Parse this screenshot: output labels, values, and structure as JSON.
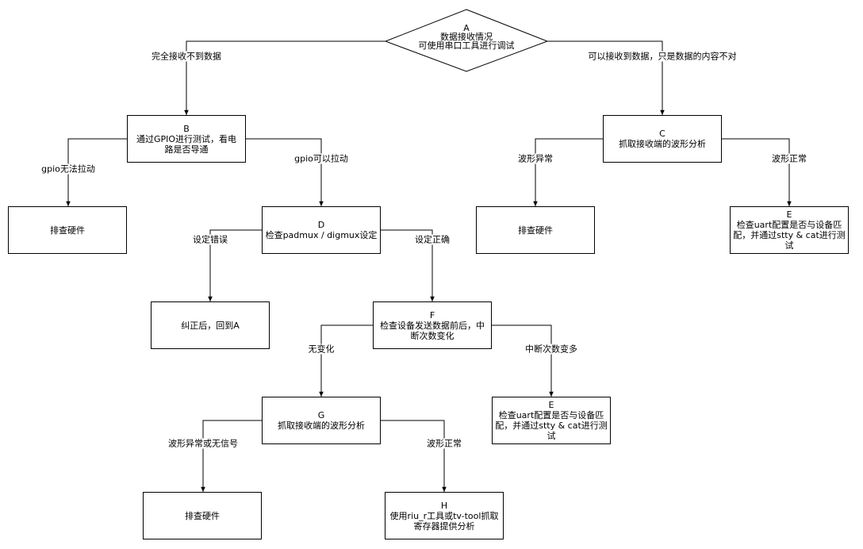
{
  "nodes": {
    "A": {
      "id": "A",
      "lines": [
        "数据接收情况",
        "可使用串口工具进行调试"
      ]
    },
    "B": {
      "id": "B",
      "lines": [
        "通过GPIO进行测试，看电",
        "路是否导通"
      ]
    },
    "C": {
      "id": "C",
      "lines": [
        "抓取接收端的波形分析"
      ]
    },
    "B_left": {
      "lines": [
        "排查硬件"
      ]
    },
    "D": {
      "id": "D",
      "lines": [
        "检查padmux / digmux设定"
      ]
    },
    "C_left": {
      "lines": [
        "排查硬件"
      ]
    },
    "E1": {
      "id": "E",
      "lines": [
        "检查uart配置是否与设备匹",
        "配，并通过stty & cat进行测",
        "试"
      ]
    },
    "D_left": {
      "lines": [
        "纠正后，回到A"
      ]
    },
    "F": {
      "id": "F",
      "lines": [
        "检查设备发送数据前后，中",
        "断次数变化"
      ]
    },
    "G": {
      "id": "G",
      "lines": [
        "抓取接收端的波形分析"
      ]
    },
    "E2": {
      "id": "E",
      "lines": [
        "检查uart配置是否与设备匹",
        "配，并通过stty & cat进行测",
        "试"
      ]
    },
    "G_left": {
      "lines": [
        "排查硬件"
      ]
    },
    "H": {
      "id": "H",
      "lines": [
        "使用riu_r工具或tv-tool抓取",
        "寄存器提供分析"
      ]
    }
  },
  "edges": {
    "A_B": "完全接收不到数据",
    "A_C": "可以接收到数据，只是数据的内容不对",
    "B_left": "gpio无法拉动",
    "B_D": "gpio可以拉动",
    "C_left": "波形异常",
    "C_E": "波形正常",
    "D_left": "设定错误",
    "D_F": "设定正确",
    "F_G": "无变化",
    "F_E": "中断次数变多",
    "G_left": "波形异常或无信号",
    "G_H": "波形正常"
  }
}
